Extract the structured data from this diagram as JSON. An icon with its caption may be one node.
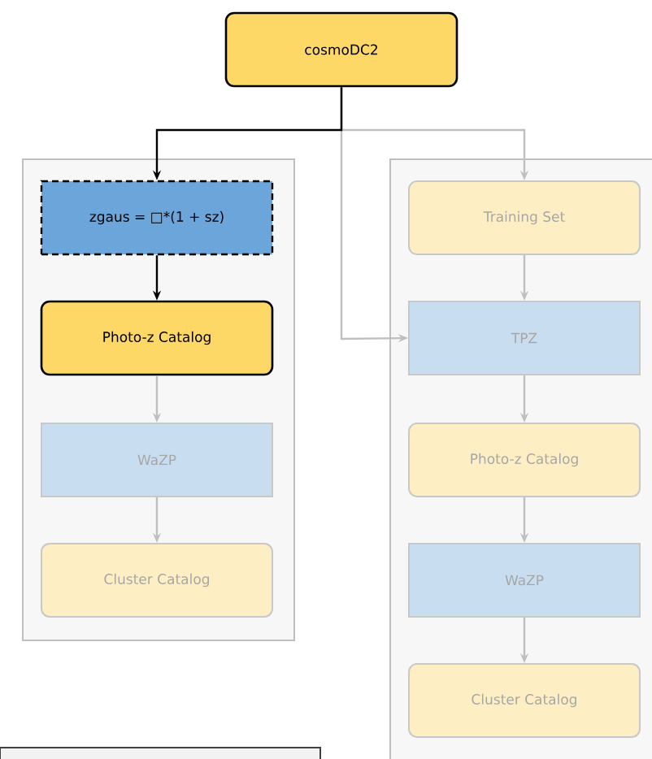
{
  "diagram": {
    "nodes": [
      {
        "text": [
          "cosmoDC2"
        ]
      },
      {
        "text": [],
        "shape": "box"
      },
      {
        "text": [
          "zgaus = □*(1 + sz)"
        ],
        "in": 1
      },
      {
        "text": [
          "Photo-z Catalog"
        ],
        "in": 1
      },
      {
        "text": [
          "WaZP"
        ],
        "in": 1
      },
      {
        "text": [
          "Cluster Catalog"
        ],
        "in": 1
      },
      {
        "text": [],
        "shape": "box"
      },
      {
        "text": [
          "Training Set"
        ],
        "in": 6
      },
      {
        "text": [
          "TPZ"
        ],
        "in": 6
      },
      {
        "text": [
          "Photo-z Catalog"
        ],
        "in": 6
      },
      {
        "text": [
          "WaZP"
        ],
        "in": 6
      },
      {
        "text": [
          "Cluster Catalog"
        ],
        "in": 6
      },
      {
        "text": [],
        "shape": "box"
      }
    ],
    "edges": [
      {
        "from": 0,
        "to": 2,
        "arrow": "to",
        "color": "#000000"
      },
      {
        "from": 2,
        "to": 3,
        "arrow": "to",
        "color": "#000000"
      },
      {
        "from": 3,
        "to": 4,
        "arrow": "to"
      },
      {
        "from": 4,
        "to": 5,
        "arrow": "to"
      },
      {
        "from": 0,
        "to": 7,
        "arrow": "to"
      },
      {
        "from": 0,
        "to": 8,
        "arrow": "to"
      },
      {
        "from": 7,
        "to": 8,
        "arrow": "to"
      },
      {
        "from": 8,
        "to": 9,
        "arrow": "to"
      },
      {
        "from": 9,
        "to": 10,
        "arrow": "to"
      },
      {
        "from": 10,
        "to": 11,
        "arrow": "to"
      }
    ]
  }
}
